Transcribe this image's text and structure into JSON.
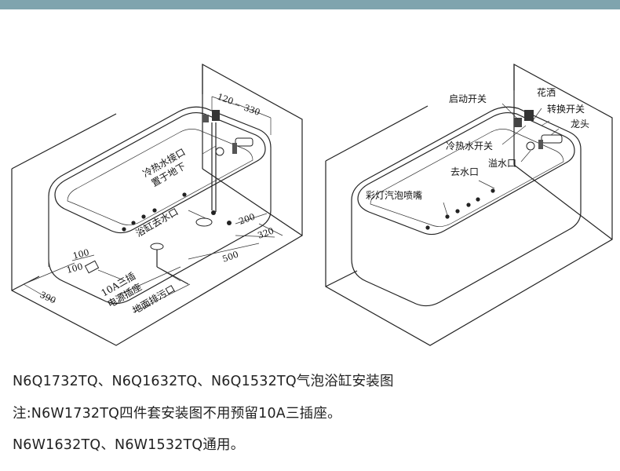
{
  "colors": {
    "top_bar": "#7fa4ae",
    "ink": "#222222"
  },
  "left_diagram": {
    "labels": {
      "water_inlet": "冷热水接口",
      "under_floor": "置于地下",
      "tub_drain": "浴缸去水口",
      "socket_10a": "10A三插",
      "power_socket": "电源插座",
      "floor_drain": "地面排污口"
    },
    "dimensions": {
      "d120": "120",
      "d330": "330",
      "d200": "200",
      "d320": "320",
      "d500": "500",
      "d100_top": "100",
      "d100_left": "100",
      "d390": "390"
    }
  },
  "right_diagram": {
    "labels": {
      "start_switch": "启动开关",
      "shower": "花洒",
      "diverter": "转换开关",
      "faucet": "龙头",
      "hot_cold_switch": "冷热水开关",
      "overflow": "溢水口",
      "drain": "去水口",
      "lights_jets": "彩灯汽泡喷嘴"
    }
  },
  "captions": {
    "line1": "N6Q1732TQ、N6Q1632TQ、N6Q1532TQ气泡浴缸安装图",
    "line2": "注:N6W1732TQ四件套安装图不用预留10A三插座。",
    "line3": "N6W1632TQ、N6W1532TQ通用。"
  }
}
